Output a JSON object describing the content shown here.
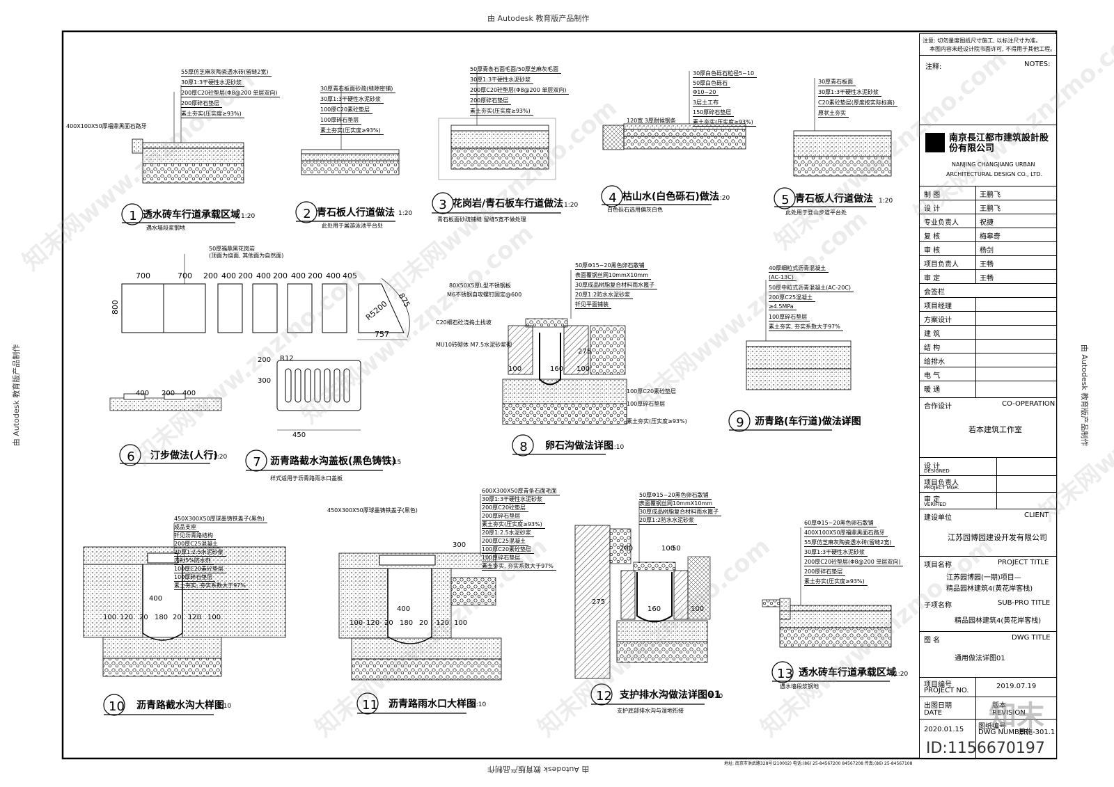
{
  "edu_stamp": "由 Autodesk 教育版产品制作",
  "details": [
    {
      "no": "1",
      "title": "透水砖车行道承载区域",
      "scale": "1:20",
      "note": "遇水墙段浆钢地",
      "layers": [
        "55厚仿芝麻灰陶瓷透水砖(留缝2宽)",
        "30厚1:3干硬性水泥砂浆",
        "200厚C20砼垫层(Φ8@200 单层双向)",
        "200厚碎石垫层",
        "素土夯实(压实度≥93%)"
      ],
      "side": "400X100X50厚福鼎黑面石路牙"
    },
    {
      "no": "2",
      "title": "青石板人行道做法",
      "scale": "1:20",
      "note": "此处用于展游泳池平台处",
      "layers": [
        "30厚青石板面砂疏(缝隙密铺)",
        "30厚1:3干硬性水泥砂浆",
        "100厚C20素砼垫层",
        "100厚碎石垫层",
        "素土夯实(压实度≥93%)"
      ]
    },
    {
      "no": "3",
      "title": "花岗岩/青石板车行道做法",
      "scale": "1:20",
      "note": "青石板面砂疏铺缝 留缝5宽不做处理",
      "layers": [
        "50厚青条石面毛面/50厚芝麻灰毛面",
        "30厚1:3干硬性水泥砂浆",
        "200厚C20砼垫层(Φ8@200 单层双向)",
        "200厚碎石垫层",
        "素土夯实(压实度≥93%)"
      ]
    },
    {
      "no": "4",
      "title": "枯山水(白色砾石)做法",
      "scale": "1:20",
      "note": "白色砾石选用偏灰白色",
      "layers": [
        "30厚白色砾石粒径5~10",
        "50厚白色砾石",
        "Φ10~20",
        "3层土工布",
        "150厚碎石垫层",
        "素土夯实(压实度≥93%)"
      ],
      "side": "120宽 3厚耐候钢条"
    },
    {
      "no": "5",
      "title": "青石板人行道做法",
      "scale": "1:20",
      "note": "此处用于登山步道平台处",
      "layers": [
        "30厚青石板面",
        "30厚1:3干硬性水泥砂浆",
        "C20素砼垫层(厚度按实际标高)",
        "原状土夯实"
      ]
    },
    {
      "no": "6",
      "title": "汀步做法(人行)",
      "scale": "1:20",
      "dims": [
        "400",
        "200",
        "400"
      ]
    },
    {
      "no": "7",
      "title": "沥青路截水沟盖板(黑色铸铁)",
      "scale": "1:15",
      "note": "样式适用于沥青路雨水口盖板",
      "dims": [
        "300",
        "200",
        "450",
        "R12"
      ]
    },
    {
      "no": "8",
      "title": "卵石沟做法详图",
      "scale": "1:10",
      "layers": [
        "50厚Φ15~20黑色卵石散铺",
        "表面覆钢丝网10mmX10mm",
        "30厚成品树脂复合材料雨水篦子",
        "20厚1:2防水水泥砂浆",
        "钎见平面铺装"
      ],
      "side": "80X50X5厚L型不锈钢板",
      "side2": "M6不锈钢自攻螺钉固定@600",
      "other": [
        "C20细石砼浇捣土找坡",
        "MU10砖砌体 M7.5水泥砂浆砌",
        "100厚C20素砼垫层",
        "100厚碎石垫层",
        "素土夯实(压实度≥93%)"
      ],
      "dims": [
        "100",
        "160",
        "100",
        "275"
      ]
    },
    {
      "no": "9",
      "title": "沥青路(车行道)做法详图",
      "scale": "1:20",
      "layers": [
        "40厚细粒式沥青混凝土",
        "(AC-13C)",
        "50厚中粒式沥青混凝土(AC-20C)",
        "200厚C25混凝土",
        "≥4.5MPa",
        "100厚碎石垫层",
        "素土夯实, 夯实系数大于97%"
      ]
    },
    {
      "no": "10",
      "title": "沥青路截水沟大样图",
      "scale": "1:10",
      "layers": [
        "450X300X50厚球墨铸铁盖子(黑色)",
        "成品支座",
        "钎见沥青路结构",
        "200厚C25混凝土",
        "20厚1:2.5水泥砂浆",
        "内衬5%防水剂",
        "100厚C20素砼垫层",
        "100厚碎石垫层",
        "素土夯实, 夯实系数大于97%"
      ],
      "dims": [
        "100",
        "120",
        "20",
        "180",
        "20",
        "120",
        "100",
        "400"
      ]
    },
    {
      "no": "11",
      "title": "沥青路雨水口大样图",
      "scale": "1:10",
      "layers": [
        "600X300X50厚青条石面毛面",
        "30厚1:3干硬性水泥砂浆",
        "200厚C20砼垫层",
        "200厚碎石垫层",
        "素土夯实(压实度≥93%)",
        "20厚1:2.5水泥砂浆",
        "200厚C25混凝土",
        "100厚C20素砼垫层",
        "100厚碎石垫层",
        "素土夯实, 夯实系数大于97%"
      ],
      "side": "450X300X50厚球墨铸铁盖子(黑色)",
      "dims": [
        "100",
        "120",
        "20",
        "180",
        "20",
        "120",
        "100",
        "300",
        "400"
      ]
    },
    {
      "no": "12",
      "title": "支护排水沟做法详图01",
      "scale": "1:10",
      "note": "支护底部排水沟与湿地衔接",
      "layers": [
        "50厚Φ15~20黑色卵石散铺",
        "表面覆钢丝网10mmX10mm",
        "30厚成品树脂复合材料雨水篦子",
        "20厚1:2防水水泥砂浆"
      ],
      "dims": [
        "200",
        "100",
        "160",
        "100",
        "275",
        "50"
      ]
    },
    {
      "no": "13",
      "title": "透水砖车行道承载区域",
      "scale": "1:20",
      "note": "遇水墙段浆钢地",
      "layers": [
        "60厚Φ15~20黑色卵石散铺",
        "400X100X50厚福鼎黑面石路牙",
        "55厚仿芝麻灰陶瓷透水砖(留缝2宽)",
        "30厚1:3干硬性水泥砂浆",
        "200厚C20砼垫层(Φ8@200 单层双向)",
        "200厚碎石垫层",
        "素土夯实(压实度≥93%)"
      ]
    }
  ],
  "plan_strip": {
    "note": "50厚福鼎黑花岗岩",
    "note2": "(顶面为烧面, 其他面为自然面)",
    "widths": [
      "700",
      "700",
      "200",
      "400",
      "200",
      "400",
      "200",
      "400",
      "200",
      "400",
      "405"
    ],
    "height": "800",
    "radius": "R5200",
    "r2": "875",
    "bottom": "757"
  },
  "title_block": {
    "caution": "注意: 切勿量度图纸尺寸施工, 以标注尺寸为准。",
    "caution2": "本图内容未经设计院书面许可, 不得用于其他工程。",
    "notes_cn": "注释:",
    "notes_en": "NOTES:",
    "company_cn": "南京長江都市建筑設計股份有限公司",
    "company_en1": "NANJING CHANGJIANG URBAN",
    "company_en2": "ARCHITECTURAL DESIGN CO., LTD.",
    "staff": [
      {
        "role": "制 图",
        "name": "王鹏飞"
      },
      {
        "role": "设 计",
        "name": "王鹏飞"
      },
      {
        "role": "专业负责人",
        "name": "祝捷"
      },
      {
        "role": "复 核",
        "name": "梅皋奇"
      },
      {
        "role": "审 核",
        "name": "杨剑"
      },
      {
        "role": "项目负责人",
        "name": "王畅"
      },
      {
        "role": "审 定",
        "name": "王畅"
      }
    ],
    "countersign": "会签栏",
    "disciplines": [
      "项目经理",
      "方案设计",
      "建 筑",
      "结 构",
      "给排水",
      "电 气",
      "暖 通"
    ],
    "coop_cn": "合作设计",
    "coop_en": "CO-OPERATION",
    "coop_name": "若本建筑工作室",
    "design_cn": "设 计",
    "design_en": "DESIGNED",
    "pm_cn": "项目负责人",
    "pm_en": "PROJECT MGR.",
    "verify_cn": "审 定",
    "verify_en": "VERIFIED",
    "client_cn": "建设单位",
    "client_en": "CLIENT",
    "client_name": "江苏园博园建设开发有限公司",
    "project_cn": "项目名称",
    "project_en": "PROJECT TITLE",
    "project_name1": "江苏园博园(一期)项目—",
    "project_name2": "精品园林建筑4(黄花岸客栈)",
    "sub_cn": "子项名称",
    "sub_en": "SUB-PRO TITLE",
    "sub_name": "精品园林建筑4(黄花岸客栈)",
    "dwg_cn": "图 名",
    "dwg_en": "DWG TITLE",
    "dwg_name": "通用做法详图01",
    "projno_cn": "项目编号",
    "projno_en": "PROJECT NO.",
    "date_cn": "出图日期",
    "date_en": "DATE",
    "rev_cn": "版本",
    "rev_en": "REVISION",
    "date_val": "2019.07.19",
    "dwgno_cn": "图纸编号",
    "dwgno_en": "DWG NUMBER",
    "issue_date": "2020.01.15",
    "dwg_no": "景施-301.1"
  },
  "footer": "地址: 南京市洪武路328号(210002)        电话:(86) 25-84567200 84567208 传真:(86) 25-84567108",
  "watermark": "知末网www.znzmo.com",
  "corner_logo": "知末",
  "id_tag": "ID:1156670197"
}
